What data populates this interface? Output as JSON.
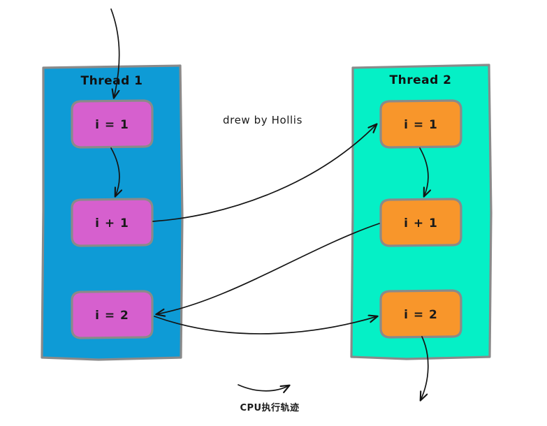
{
  "diagram": {
    "title_note": "drew by Hollis",
    "caption": "CPU执行轨迹",
    "colors": {
      "thread1_panel": "#0E9BD6",
      "thread1_box": "#D660CE",
      "thread2_panel": "#05F0C6",
      "thread2_box": "#F8962B",
      "border": "#8a8a8a",
      "arrow": "#141414",
      "background": "#ffffff"
    },
    "threads": [
      {
        "id": "thread-1",
        "title": "Thread 1",
        "steps": [
          {
            "label": "i = 1"
          },
          {
            "label": "i + 1"
          },
          {
            "label": "i = 2"
          }
        ]
      },
      {
        "id": "thread-2",
        "title": "Thread 2",
        "steps": [
          {
            "label": "i = 1"
          },
          {
            "label": "i + 1"
          },
          {
            "label": "i = 2"
          }
        ]
      }
    ]
  }
}
